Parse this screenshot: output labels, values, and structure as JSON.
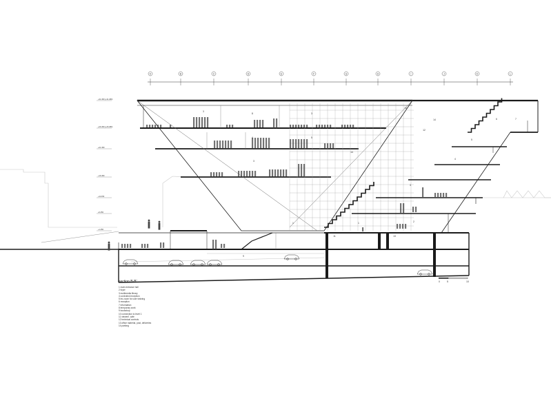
{
  "section_title": "section B-B'",
  "grid_axes": [
    "K",
    "B",
    "C",
    "D",
    "E",
    "F",
    "G",
    "H",
    "I",
    "J",
    "K",
    "L"
  ],
  "level_labels": [
    "+31.450 (+31.380)",
    "+26.450 (+26.380)",
    "+21.450",
    "+16.450",
    "+11.450",
    "+6.450",
    "+1.450"
  ],
  "room_numbers": [
    "3",
    "8",
    "3",
    "10",
    "4",
    "5",
    "3",
    "12",
    "1",
    "1",
    "2",
    "3",
    "4",
    "5",
    "6",
    "7",
    "9",
    "11",
    "13",
    "14",
    "14"
  ],
  "legend": [
    "1 main entrance hall",
    "2 foyer",
    "3 multimedia library",
    "4 controlled reception",
    "5 lec-room for user training",
    "6 reception",
    "7 information",
    "8 temporary work",
    "9 bookshop",
    "10 connection to level 1",
    "11 viewer/l. cafe",
    "12 technical controls",
    "13 office material, post, deliveries",
    "14 parking"
  ],
  "scale": [
    "0",
    "5",
    "10"
  ],
  "colors": {
    "line": "#1a1a1a",
    "thin": "#9a9a9a",
    "context": "#c8c8c8"
  }
}
